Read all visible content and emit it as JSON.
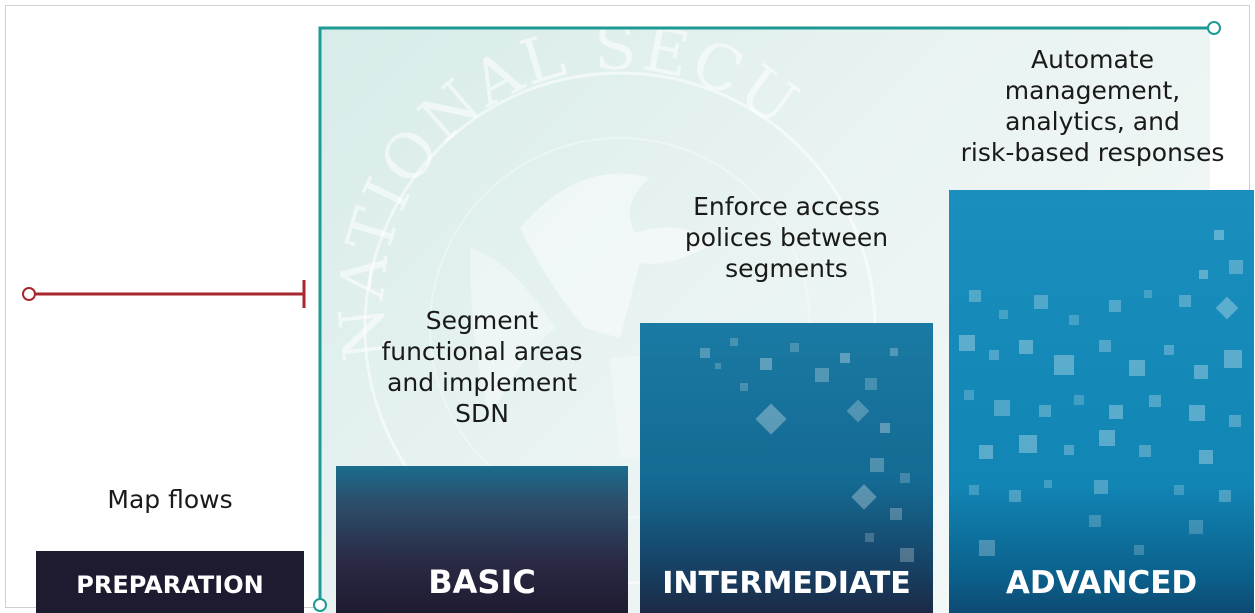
{
  "stages": [
    {
      "id": "preparation",
      "name": "PREPARATION",
      "description": "Map flows",
      "color": "#1e1b30"
    },
    {
      "id": "basic",
      "name": "BASIC",
      "description": "Segment functional areas and implement SDN",
      "color": "#2a2a45"
    },
    {
      "id": "intermediate",
      "name": "INTERMEDIATE",
      "description": "Enforce access polices between segments",
      "color": "#146a93"
    },
    {
      "id": "advanced",
      "name": "ADVANCED",
      "description": "Automate management, analytics, and risk-based responses",
      "color": "#1185b4"
    }
  ],
  "descriptions": {
    "preparation": [
      "Map flows"
    ],
    "basic": [
      "Segment",
      "functional areas",
      "and implement",
      "SDN"
    ],
    "intermediate": [
      "Enforce access",
      "polices between",
      "segments"
    ],
    "advanced": [
      "Automate",
      "management,",
      "analytics, and",
      "risk-based responses"
    ]
  },
  "watermark": {
    "text": "NATIONAL SECURITY"
  },
  "colors": {
    "teal_line": "#1e9a94",
    "red_line": "#a8262e",
    "panel": "#e3f0ef"
  }
}
